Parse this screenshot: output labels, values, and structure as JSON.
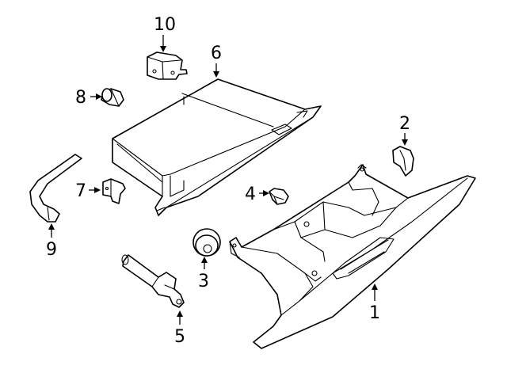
{
  "callouts": [
    {
      "id": "c1",
      "label": "1"
    },
    {
      "id": "c2",
      "label": "2"
    },
    {
      "id": "c3",
      "label": "3"
    },
    {
      "id": "c4",
      "label": "4"
    },
    {
      "id": "c5",
      "label": "5"
    },
    {
      "id": "c6",
      "label": "6"
    },
    {
      "id": "c7",
      "label": "7"
    },
    {
      "id": "c8",
      "label": "8"
    },
    {
      "id": "c9",
      "label": "9"
    },
    {
      "id": "c10",
      "label": "10"
    }
  ],
  "colors": {
    "line": "#000000",
    "background": "#ffffff"
  }
}
